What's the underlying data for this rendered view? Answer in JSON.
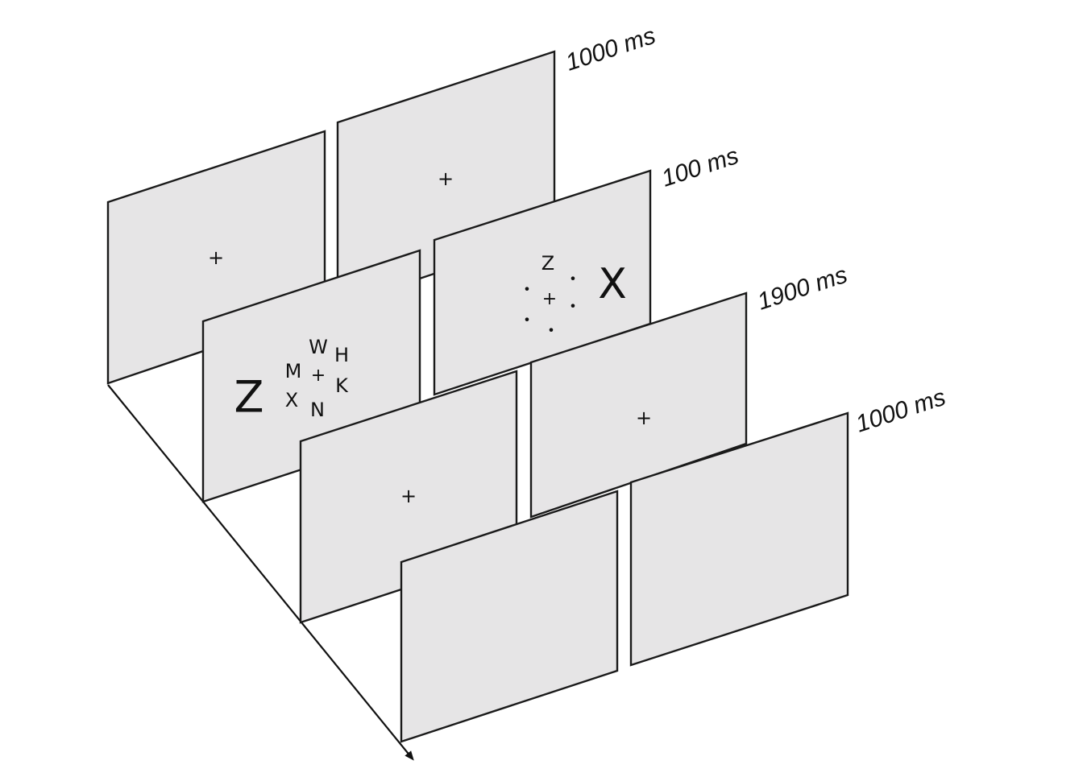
{
  "timings": {
    "fixation": "1000 ms",
    "stimulus": "100 ms",
    "response": "1900 ms",
    "iti": "1000 ms"
  },
  "fixation_symbol": "+",
  "left_display": {
    "target": "Z",
    "circle_letters": [
      "W",
      "H",
      "M",
      "K",
      "X",
      "N"
    ]
  },
  "right_display": {
    "top_letter": "Z",
    "target": "X",
    "placeholder": "•"
  },
  "colors": {
    "panel_fill": "#e6e5e6",
    "outline": "#1a1a1a"
  }
}
